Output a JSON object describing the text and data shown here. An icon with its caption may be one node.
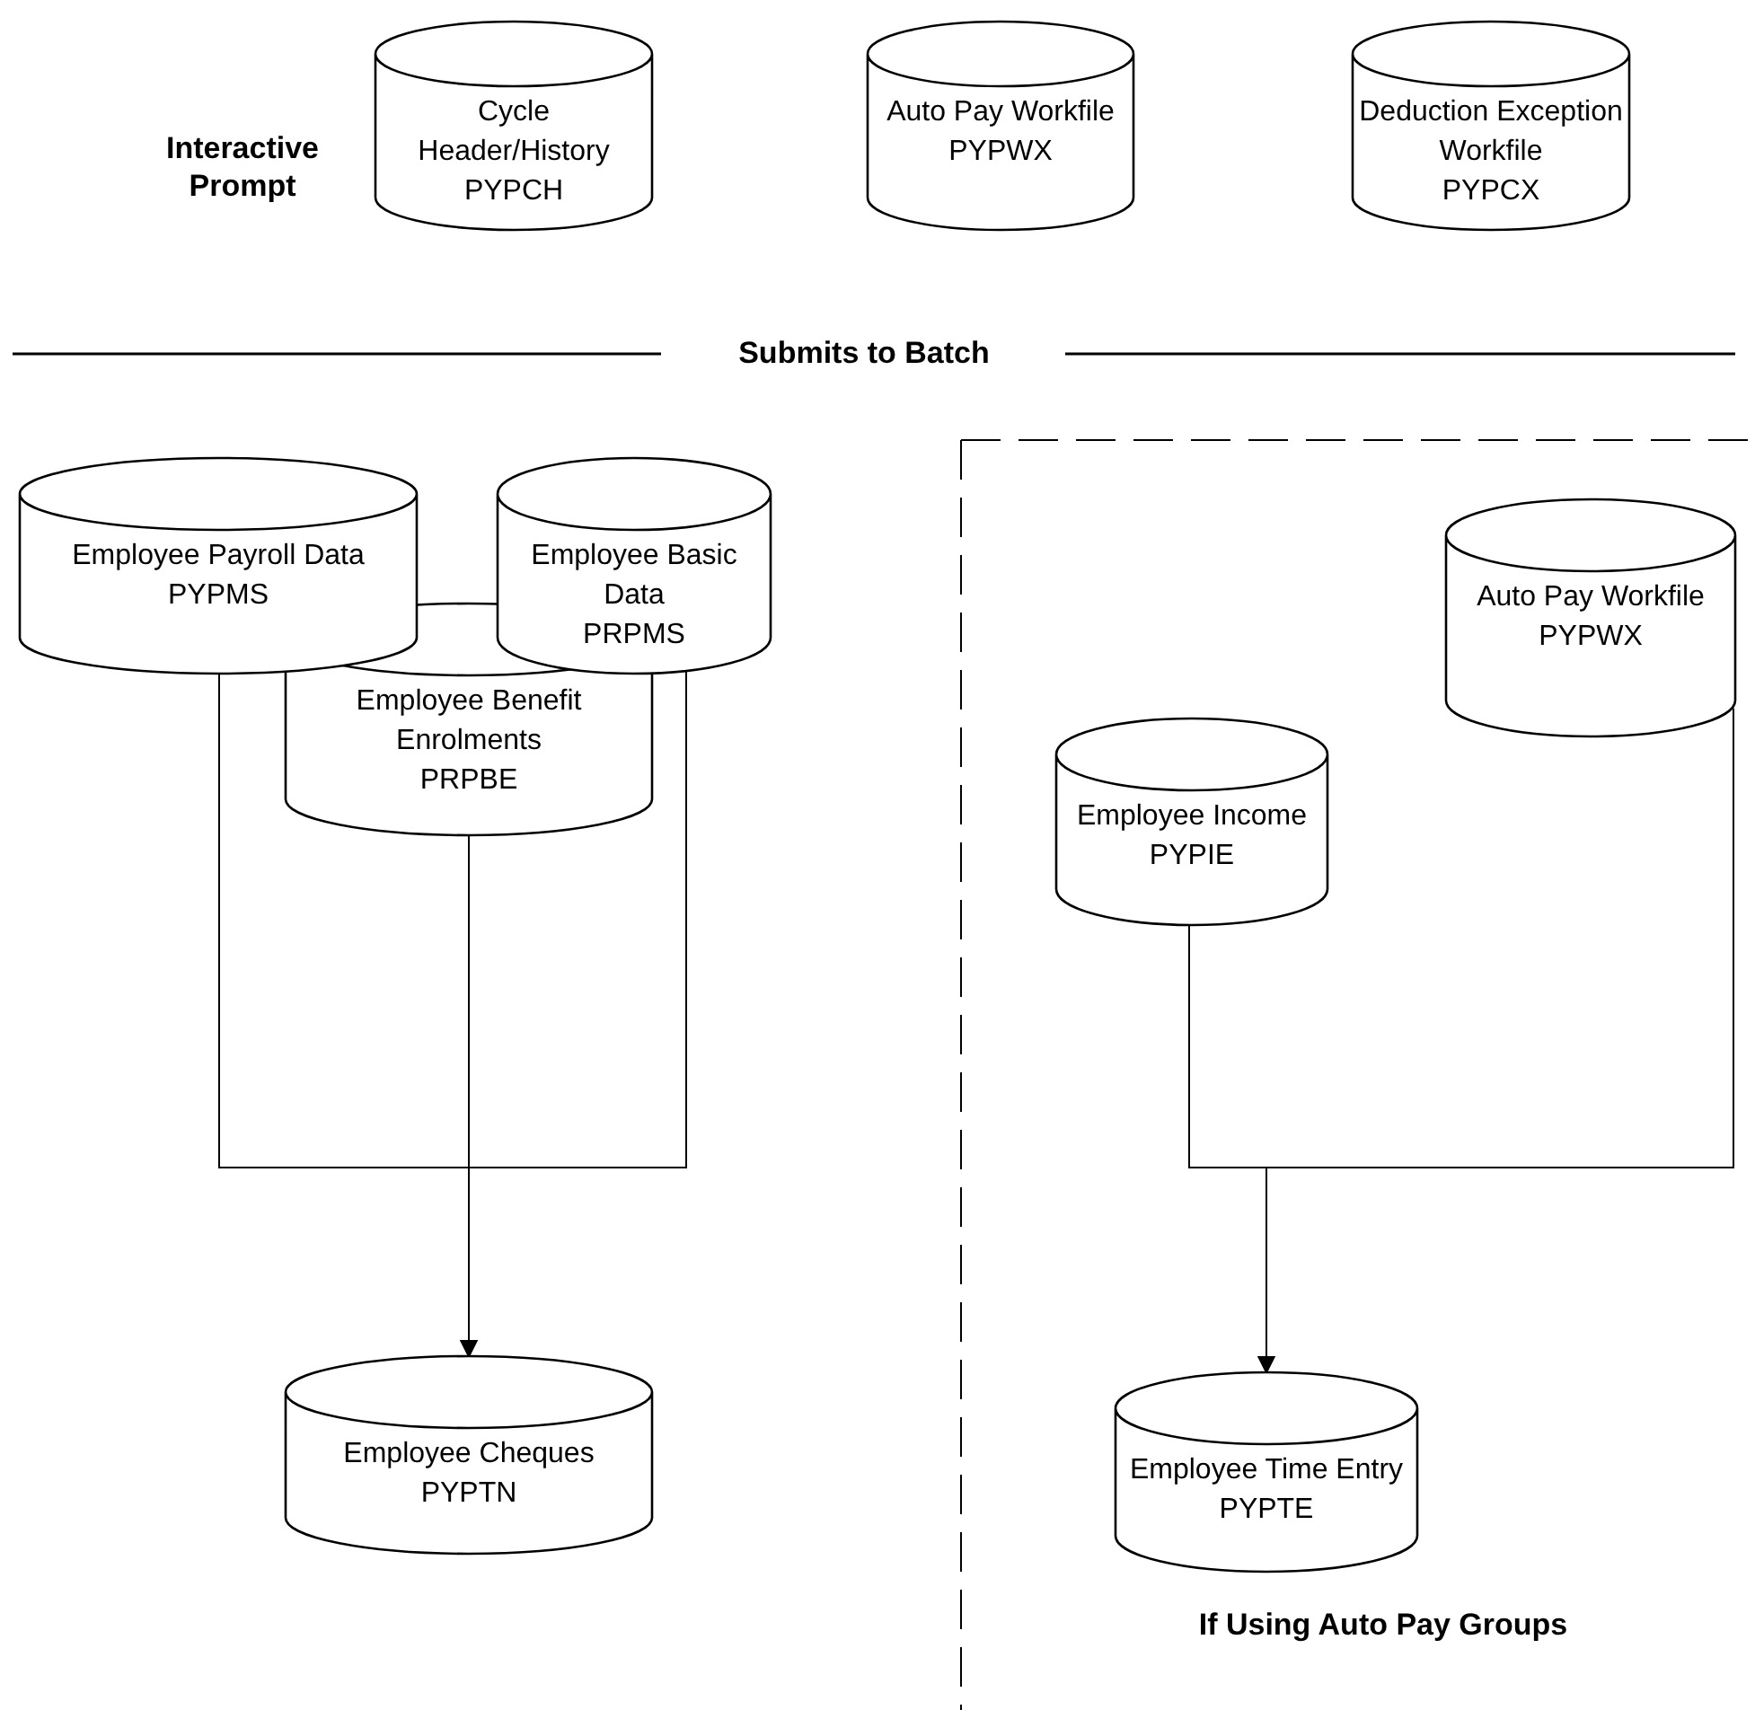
{
  "diagram": {
    "nodes": [
      {
        "text": [
          "Cycle Header/History",
          "PYPCH"
        ]
      },
      {
        "text": [
          "Auto Pay Workfile",
          "PYPWX"
        ]
      },
      {
        "text": [
          "Deduction Exception Workfile",
          "PYPCX"
        ]
      },
      {
        "text": [
          "Employee Payroll Data",
          "PYPMS"
        ]
      },
      {
        "text": [
          "Employee Basic Data",
          "PRPMS"
        ]
      },
      {
        "text": [
          "Auto Pay Workfile",
          "PYPWX"
        ]
      },
      {
        "text": [
          "Employee Benefit Enrolments",
          "PRPBE"
        ]
      },
      {
        "text": [
          "Employee Income",
          "PYPIE"
        ]
      },
      {
        "text": [
          "Employee Cheques",
          "PYPTN"
        ]
      },
      {
        "text": [
          "Employee Time Entry",
          "PYPTE"
        ]
      }
    ],
    "edges": [
      {
        "from": 3,
        "to": 8,
        "arrow": "to"
      },
      {
        "from": 4,
        "to": 8,
        "arrow": "to"
      },
      {
        "from": 6,
        "to": 8,
        "arrow": "to"
      },
      {
        "from": 7,
        "to": 9,
        "arrow": "to"
      },
      {
        "from": 5,
        "to": 9,
        "arrow": "to"
      }
    ],
    "labels": [
      "Interactive Prompt",
      "Submits to Batch",
      "If Using Auto Pay Groups"
    ]
  }
}
